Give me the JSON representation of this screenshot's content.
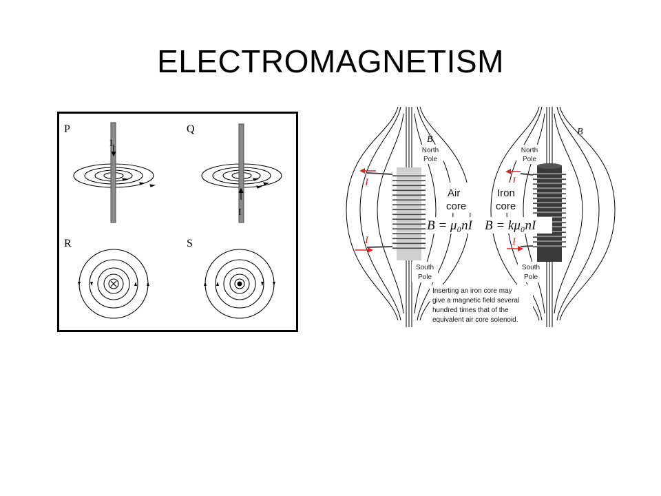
{
  "slide": {
    "title": "ELECTROMAGNETISM"
  },
  "wire_diagram": {
    "panel_labels": [
      "P",
      "Q",
      "R",
      "S"
    ],
    "current_label": "I"
  },
  "solenoid_diagram": {
    "field_label": "B",
    "current_label": "I",
    "north_line1": "North",
    "north_line2": "Pole",
    "south_line1": "South",
    "south_line2": "Pole",
    "air_line1": "Air",
    "air_line2": "core",
    "iron_line1": "Iron",
    "iron_line2": "core",
    "formula_air": "B = μ₀nI",
    "formula_iron": "B = kμ₀nI",
    "note_lines": [
      "Inserting an iron core may",
      "give a magnetic field several",
      "hundred times that of the",
      "equivalent air core solenoid."
    ],
    "colors": {
      "current_arrow": "#d9262c",
      "air_core": "#c8c8c8",
      "iron_core": "#333333"
    }
  }
}
